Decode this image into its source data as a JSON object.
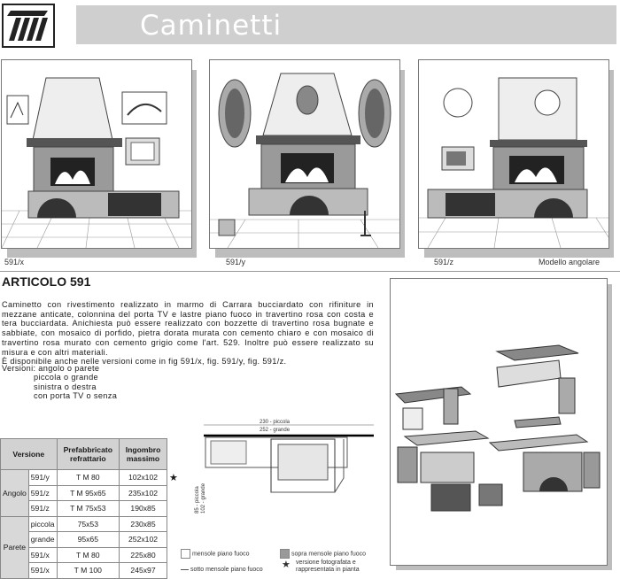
{
  "header": {
    "title": "Caminetti"
  },
  "captions": {
    "fig1": "591/x",
    "fig2": "591/y",
    "fig3": "591/z",
    "angle": "Modello angolare"
  },
  "article": {
    "heading": "ARTICOLO 591",
    "description": "Caminetto con rivestimento realizzato in marmo di Carrara bucciardato con rifiniture in mezzane anticate, colonnina del porta TV e lastre piano fuoco in travertino rosa con costa e tera bucciardata. Anichiesta può essere realizzato con bozzette di travertino rosa bugnate e sabbiate, con mosaico di porfido, pietra dorata murata con cemento chiaro e con mosaico di travertino rosa murato con cemento grigio come l'art. 529. Inoltre può essere realizzato su misura e con altri materiali.",
    "available": "È disponibile anche nelle versioni come in fig 591/x, fig. 591/y, fig. 591/z.",
    "versions_label": "Versioni: angolo o parete",
    "versions": [
      "piccola o grande",
      "sinistra o destra",
      "con porta TV o senza"
    ]
  },
  "table": {
    "headers": [
      "Versione",
      "Prefabbricato refrattario",
      "Ingombro massimo"
    ],
    "groups": [
      {
        "name": "Angolo",
        "rows": [
          {
            "model": "591/y",
            "pref": "T M 80",
            "size": "102x102",
            "mark": "★"
          },
          {
            "model": "591/z",
            "pref": "T M 95x65",
            "size": "235x102",
            "mark": ""
          },
          {
            "model": "591/z",
            "pref": "T M 75x53",
            "size": "190x85",
            "mark": ""
          }
        ]
      },
      {
        "name": "Parete",
        "rows": [
          {
            "model": "piccola",
            "pref": "75x53",
            "size": "230x85",
            "mark": ""
          },
          {
            "model": "grande",
            "pref": "95x65",
            "size": "252x102",
            "mark": ""
          },
          {
            "model": "591/x",
            "pref": "T M 80",
            "size": "225x80",
            "mark": ""
          },
          {
            "model": "591/x",
            "pref": "T M 100",
            "size": "245x97",
            "mark": ""
          }
        ]
      }
    ]
  },
  "plan": {
    "dim_small": "230 - piccola",
    "dim_large": "252 - grande",
    "side_small": "85 - piccola",
    "side_large": "102 - grande"
  },
  "legend": {
    "item1": "mensole piano fuoco",
    "item2": "sopra mensole piano fuoco",
    "item3": "sotto mensole piano fuoco",
    "item4": "versione fotografata e rappresentata in pianta"
  },
  "colors": {
    "title_bar": "#cfcfcf",
    "shadow": "#bdbdbd",
    "table_header": "#d2d2d2"
  }
}
